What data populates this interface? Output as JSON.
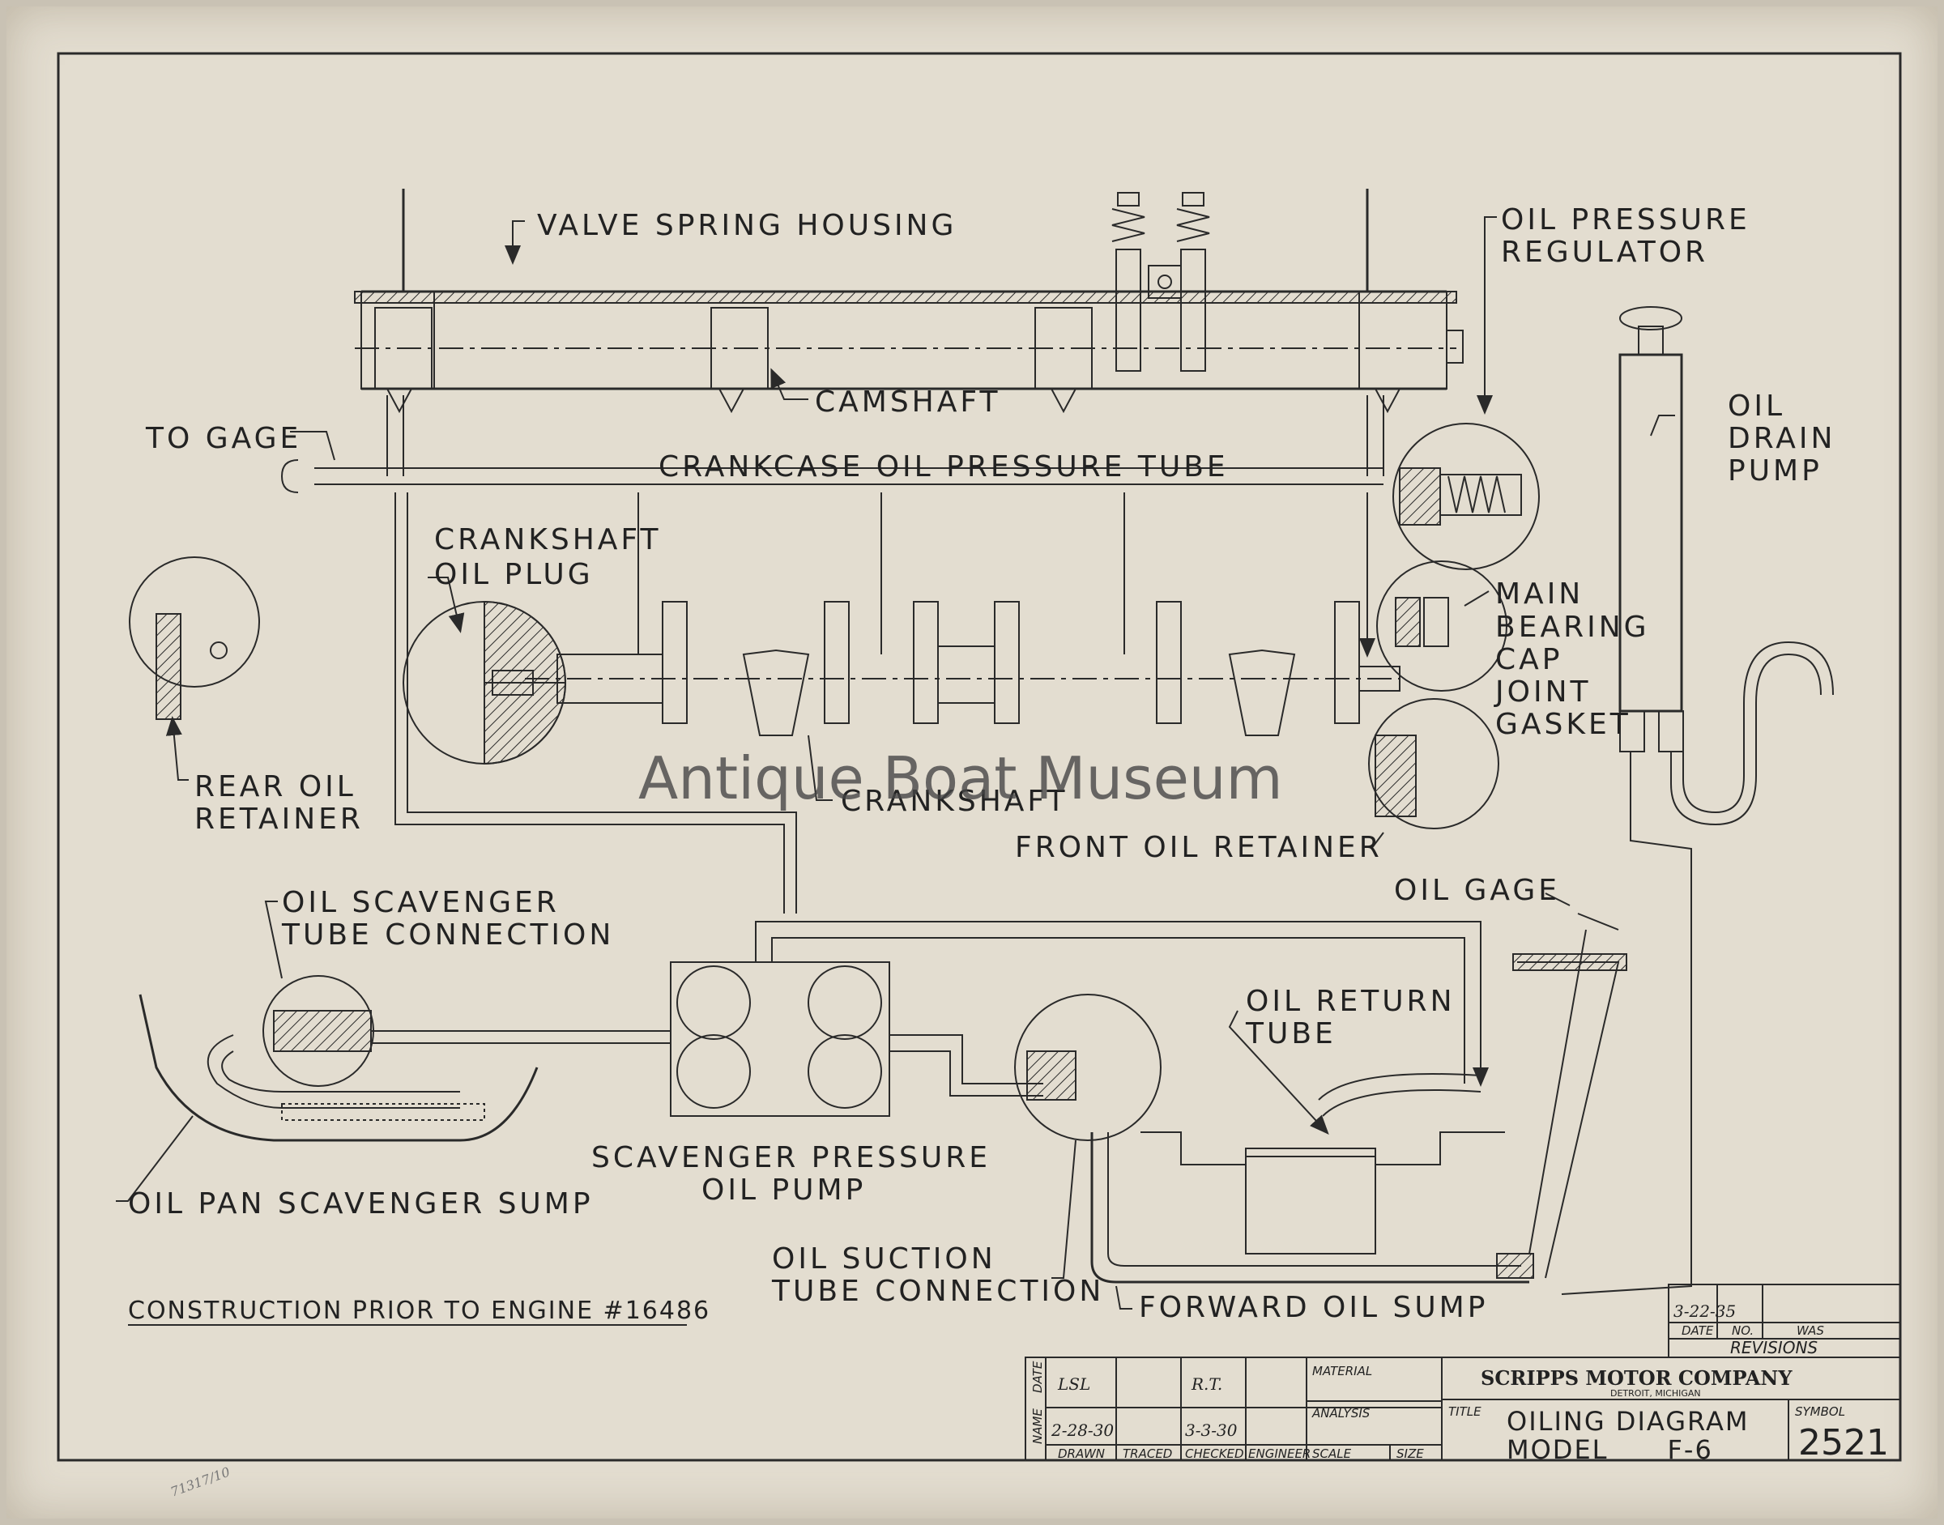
{
  "labels": {
    "valve_spring_housing": "VALVE SPRING HOUSING",
    "oil_pressure_regulator_1": "OIL PRESSURE",
    "oil_pressure_regulator_2": "REGULATOR",
    "camshaft": "CAMSHAFT",
    "to_gage": "TO GAGE",
    "crankcase_tube": "CRANKCASE OIL PRESSURE TUBE",
    "oil_drain_pump_1": "OIL",
    "oil_drain_pump_2": "DRAIN",
    "oil_drain_pump_3": "PUMP",
    "crankshaft_oil_plug_1": "CRANKSHAFT",
    "crankshaft_oil_plug_2": "OIL PLUG",
    "main_bearing_1": "MAIN",
    "main_bearing_2": "BEARING",
    "main_bearing_3": "CAP",
    "main_bearing_4": "JOINT",
    "main_bearing_5": "GASKET",
    "rear_oil_retainer_1": "REAR OIL",
    "rear_oil_retainer_2": "RETAINER",
    "crankshaft": "CRANKSHAFT",
    "front_oil_retainer": "FRONT OIL RETAINER",
    "oil_gage": "OIL GAGE",
    "oil_scavenger_1": "OIL SCAVENGER",
    "oil_scavenger_2": "TUBE CONNECTION",
    "oil_return_1": "OIL RETURN",
    "oil_return_2": "TUBE",
    "scavenger_pump_1": "SCAVENGER PRESSURE",
    "scavenger_pump_2": "OIL PUMP",
    "oil_pan_sump": "OIL PAN SCAVENGER SUMP",
    "oil_suction_1": "OIL SUCTION",
    "oil_suction_2": "TUBE CONNECTION",
    "forward_oil_sump": "FORWARD OIL SUMP",
    "construction_note": "CONSTRUCTION PRIOR TO ENGINE #16486"
  },
  "watermark": "Antique Boat Museum",
  "revisions": {
    "date_value": "3-22-35",
    "col_date": "DATE",
    "col_no": "NO.",
    "col_was": "WAS",
    "title": "REVISIONS"
  },
  "title_block": {
    "side_date": "DATE",
    "side_name": "NAME",
    "drawn_name": "LSL",
    "checked_name": "R.T.",
    "drawn_date": "2-28-30",
    "checked_date": "3-3-30",
    "material": "MATERIAL",
    "analysis": "ANALYSIS",
    "col_drawn": "DRAWN",
    "col_traced": "TRACED",
    "col_checked": "CHECKED",
    "col_engineer": "ENGINEER",
    "col_scale": "SCALE",
    "col_size": "SIZE",
    "company": "SCRIPPS MOTOR COMPANY",
    "location": "DETROIT, MICHIGAN",
    "title_label": "TITLE",
    "title_line1": "OILING DIAGRAM",
    "title_line2": "MODEL      F-6",
    "symbol_label": "SYMBOL",
    "symbol": "2521"
  },
  "margin_note": "71317/10"
}
